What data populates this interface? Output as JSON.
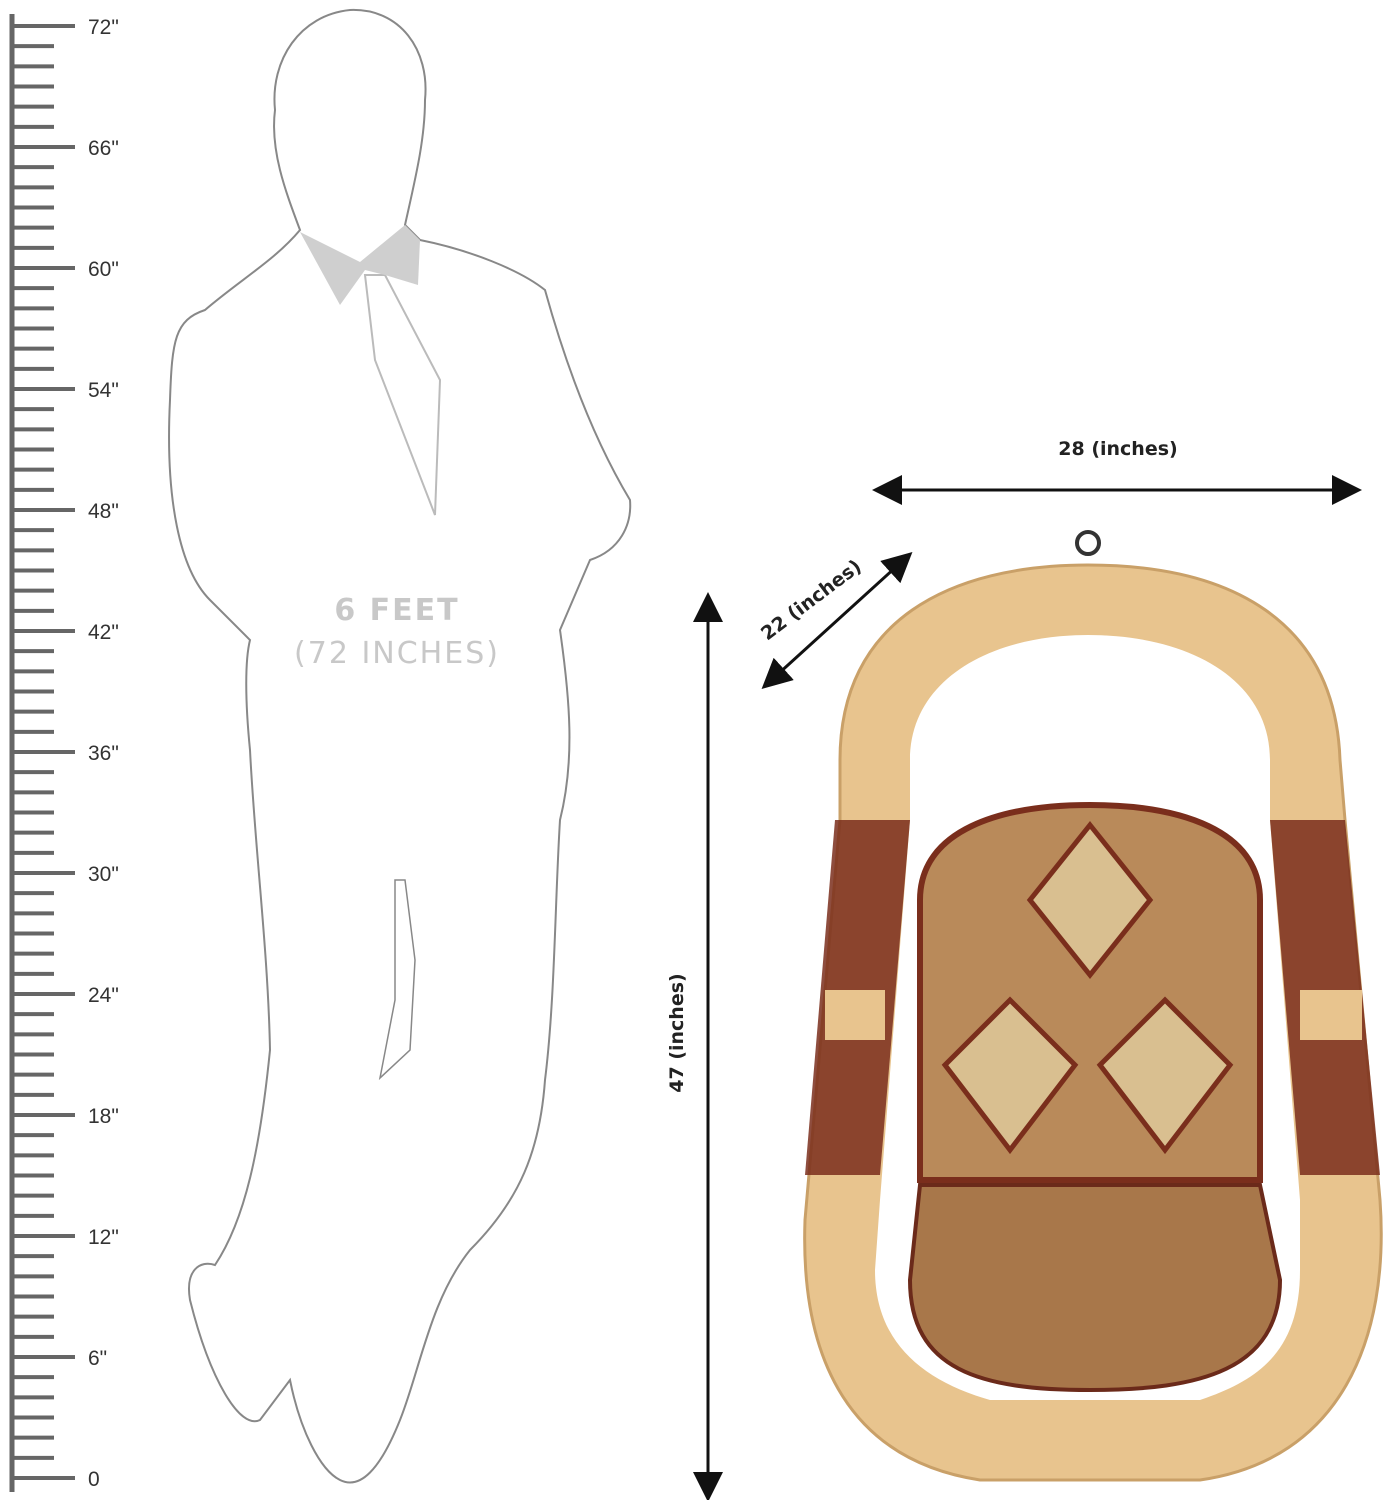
{
  "ruler": {
    "min": 0,
    "max": 72,
    "minor_step": 1,
    "major_step": 6,
    "unit_mark": "\""
  },
  "figure": {
    "height_line1": "6 FEET",
    "height_line2": "(72 INCHES)"
  },
  "dimensions": {
    "width": "28 (inches)",
    "depth": "22 (inches)",
    "height": "47 (inches)"
  },
  "colors": {
    "cane": "#e8c48e",
    "wood": "#7a2e1c",
    "ruler": "#666666"
  }
}
